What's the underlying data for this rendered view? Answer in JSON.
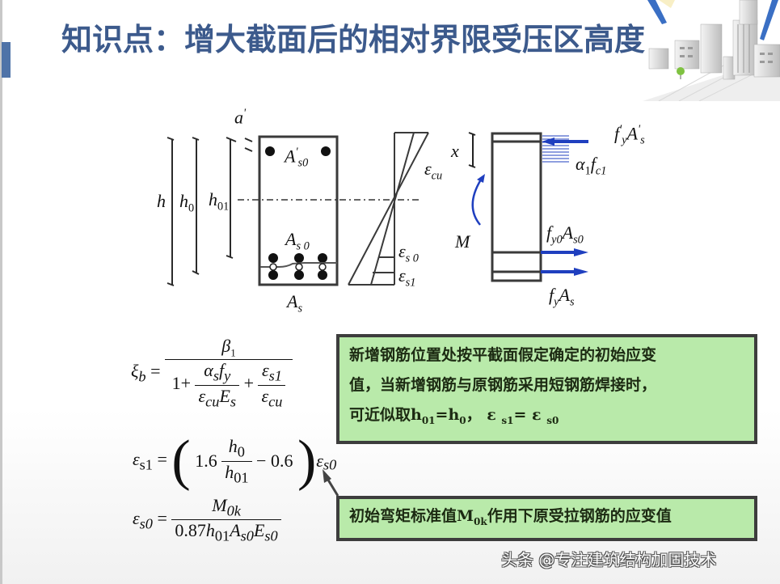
{
  "slide": {
    "title": "知识点：增大截面后的相对界限受压区高度",
    "accent_color": "#3c5a8c",
    "left_bar_color": "#4f73a8"
  },
  "decoration": {
    "name": "city-buildings-illustration"
  },
  "diagram": {
    "cross_section_labels": {
      "a_prime": "a",
      "h": "h",
      "h0": "h",
      "h0_sub": "0",
      "h01": "h",
      "h01_sub": "01",
      "As0_prime": "A",
      "As0_prime_sub": "s0",
      "As0": "A",
      "As0_sub": "s 0",
      "As": "A",
      "As_sub": "s"
    },
    "strain_labels": {
      "eps_cu": "ε",
      "eps_cu_sub": "cu",
      "eps_s0": "ε",
      "eps_s0_sub": "s 0",
      "eps_s1": "ε",
      "eps_s1_sub": "s1"
    },
    "force_labels": {
      "x": "x",
      "M": "M",
      "fyAs_prime": "f",
      "fyAs_prime_sub": "y",
      "fyAs_prime_A": "A",
      "fyAs_prime_A_sub": "s",
      "alpha_fc": "α",
      "alpha_sub": "1",
      "fc": "f",
      "fc_sub": "c1",
      "fy0As0_f": "f",
      "fy0As0_f_sub": "y0",
      "fy0As0_A": "A",
      "fy0As0_A_sub": "s0",
      "fyAs_f": "f",
      "fyAs_f_sub": "y",
      "fyAs_A": "A",
      "fyAs_A_sub": "s"
    },
    "arrow_color": "#1f3fbf",
    "line_color": "#3a3a3a"
  },
  "formulas": {
    "xi_b": {
      "lhs": "ξ",
      "lhs_sub": "b",
      "eq": "=",
      "numerator": "β",
      "numerator_sub": "1",
      "one_plus": "1+",
      "term1_num_a": "α",
      "term1_num_a_sub": "s",
      "term1_num_f": "f",
      "term1_num_f_sub": "y",
      "term1_den_e": "ε",
      "term1_den_e_sub": "cu",
      "term1_den_E": "E",
      "term1_den_E_sub": "s",
      "plus": "+",
      "term2_num": "ε",
      "term2_num_sub": "s1",
      "term2_den": "ε",
      "term2_den_sub": "cu"
    },
    "eps_s1": {
      "lhs": "ε",
      "lhs_sub": "s1",
      "eq": "=",
      "coef": "1.6",
      "num": "h",
      "num_sub": "0",
      "den": "h",
      "den_sub": "01",
      "minus": "− 0.6",
      "tail": "ε",
      "tail_sub": "s0"
    },
    "eps_s0": {
      "lhs": "ε",
      "lhs_sub": "s0",
      "eq": "=",
      "num": "M",
      "num_sub": "0k",
      "den_coef": "0.87",
      "den_h": "h",
      "den_h_sub": "01",
      "den_A": "A",
      "den_A_sub": "s0",
      "den_E": "E",
      "den_E_sub": "s0"
    }
  },
  "notes": [
    {
      "line1": "新增钢筋位置处按平截面假定确定的初始应变",
      "line2": "值，当新增钢筋与原钢筋采用短钢筋焊接时，",
      "line3_prefix": "可近似取h",
      "line3_sub1": "01",
      "line3_mid": "=h",
      "line3_sub2": "0",
      "line3_mid2": "，  ε ",
      "line3_sub3": "s1",
      "line3_mid3": "= ε ",
      "line3_sub4": "s0",
      "bg_color": "#b9eaaa"
    },
    {
      "prefix": "初始弯矩标准值M",
      "sub": "0k",
      "suffix": "作用下原受拉钢筋的应变值",
      "bg_color": "#b9eaaa"
    }
  ],
  "watermark": "头条 @专注建筑结构加固技术"
}
